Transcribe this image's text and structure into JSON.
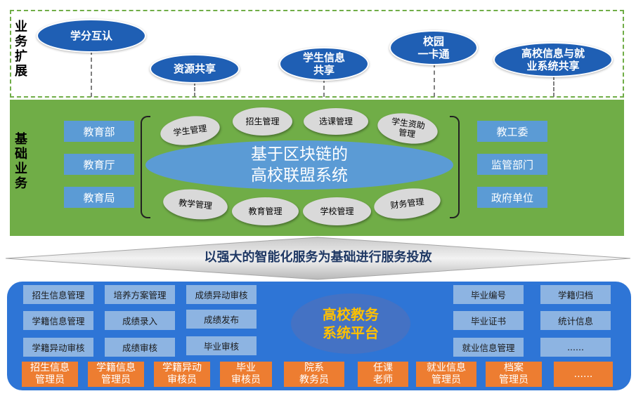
{
  "sections": {
    "business_expansion": "业务扩展",
    "basic_business": "基础业务"
  },
  "expansion_items": [
    "学分互认",
    "资源共享",
    "学生信息\n共享",
    "校园\n一卡通",
    "高校信息与就\n业系统共享"
  ],
  "left_agencies": [
    "教育部",
    "教育厅",
    "教育局"
  ],
  "right_agencies": [
    "教工委",
    "监管部门",
    "政府单位"
  ],
  "top_ovals": [
    "学生管理",
    "招生管理",
    "选课管理",
    "学生资助\n管理"
  ],
  "core_system": "基于区块链的\n高校联盟系统",
  "bottom_ovals": [
    "教学管理",
    "教育管理",
    "学校管理",
    "财务管理"
  ],
  "arrow_text": "以强大的智能化服务为基础进行服务投放",
  "platform": {
    "center": "高校教务\n系统平台",
    "col1": [
      "招生信息管理",
      "学籍信息管理",
      "学籍异动审核"
    ],
    "col2": [
      "培养方案管理",
      "成绩录入",
      "成绩审核"
    ],
    "col3": [
      "成绩异动审核",
      "成绩发布",
      "毕业审核"
    ],
    "col4": [
      "毕业编号",
      "毕业证书",
      "就业信息管理"
    ],
    "col5": [
      "学籍归档",
      "统计信息",
      "......"
    ],
    "roles": [
      "招生信息\n管理员",
      "学籍信息\n管理员",
      "学籍异动\n审核员",
      "毕业\n审核员",
      "院系\n教务员",
      "任课\n老师",
      "就业信息\n管理员",
      "档案\n管理员",
      "......"
    ]
  },
  "colors": {
    "green": "#70ad47",
    "blue_box": "#5b9bd5",
    "dark_blue_oval": "#1f5fb4",
    "platform_blue": "#2e75d6",
    "orange": "#ed7d31",
    "gold_text": "#ffc000"
  }
}
